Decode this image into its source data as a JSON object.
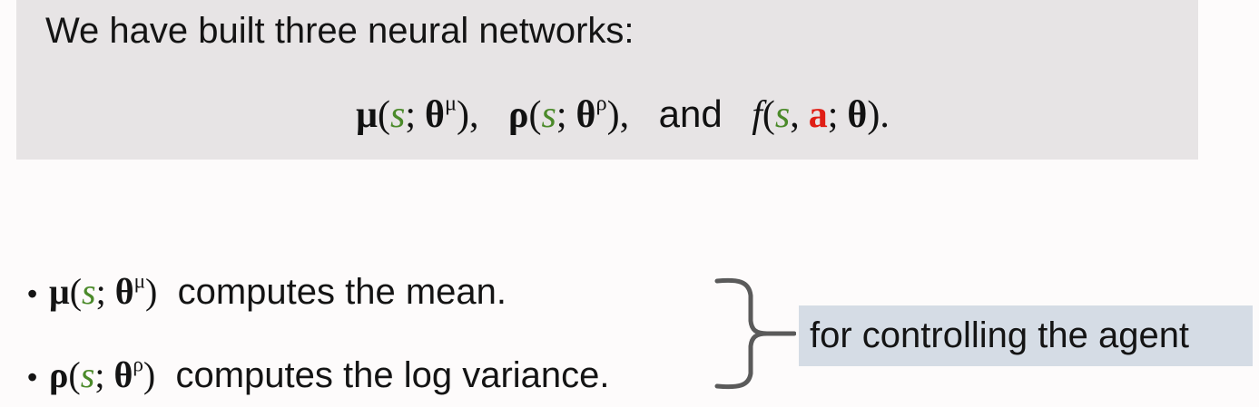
{
  "intro": "We have built three neural networks:",
  "formula": {
    "mu": "μ",
    "rho": "ρ",
    "theta": "θ",
    "s": "s",
    "a": "a",
    "f": "f",
    "and_word": "and",
    "colors": {
      "state": "#4b8a2a",
      "action": "#e01e15"
    }
  },
  "bullets": [
    {
      "symbol": "μ",
      "description": "computes the mean."
    },
    {
      "symbol": "ρ",
      "description": "computes the log variance."
    }
  ],
  "annotation": "for controlling the agent"
}
